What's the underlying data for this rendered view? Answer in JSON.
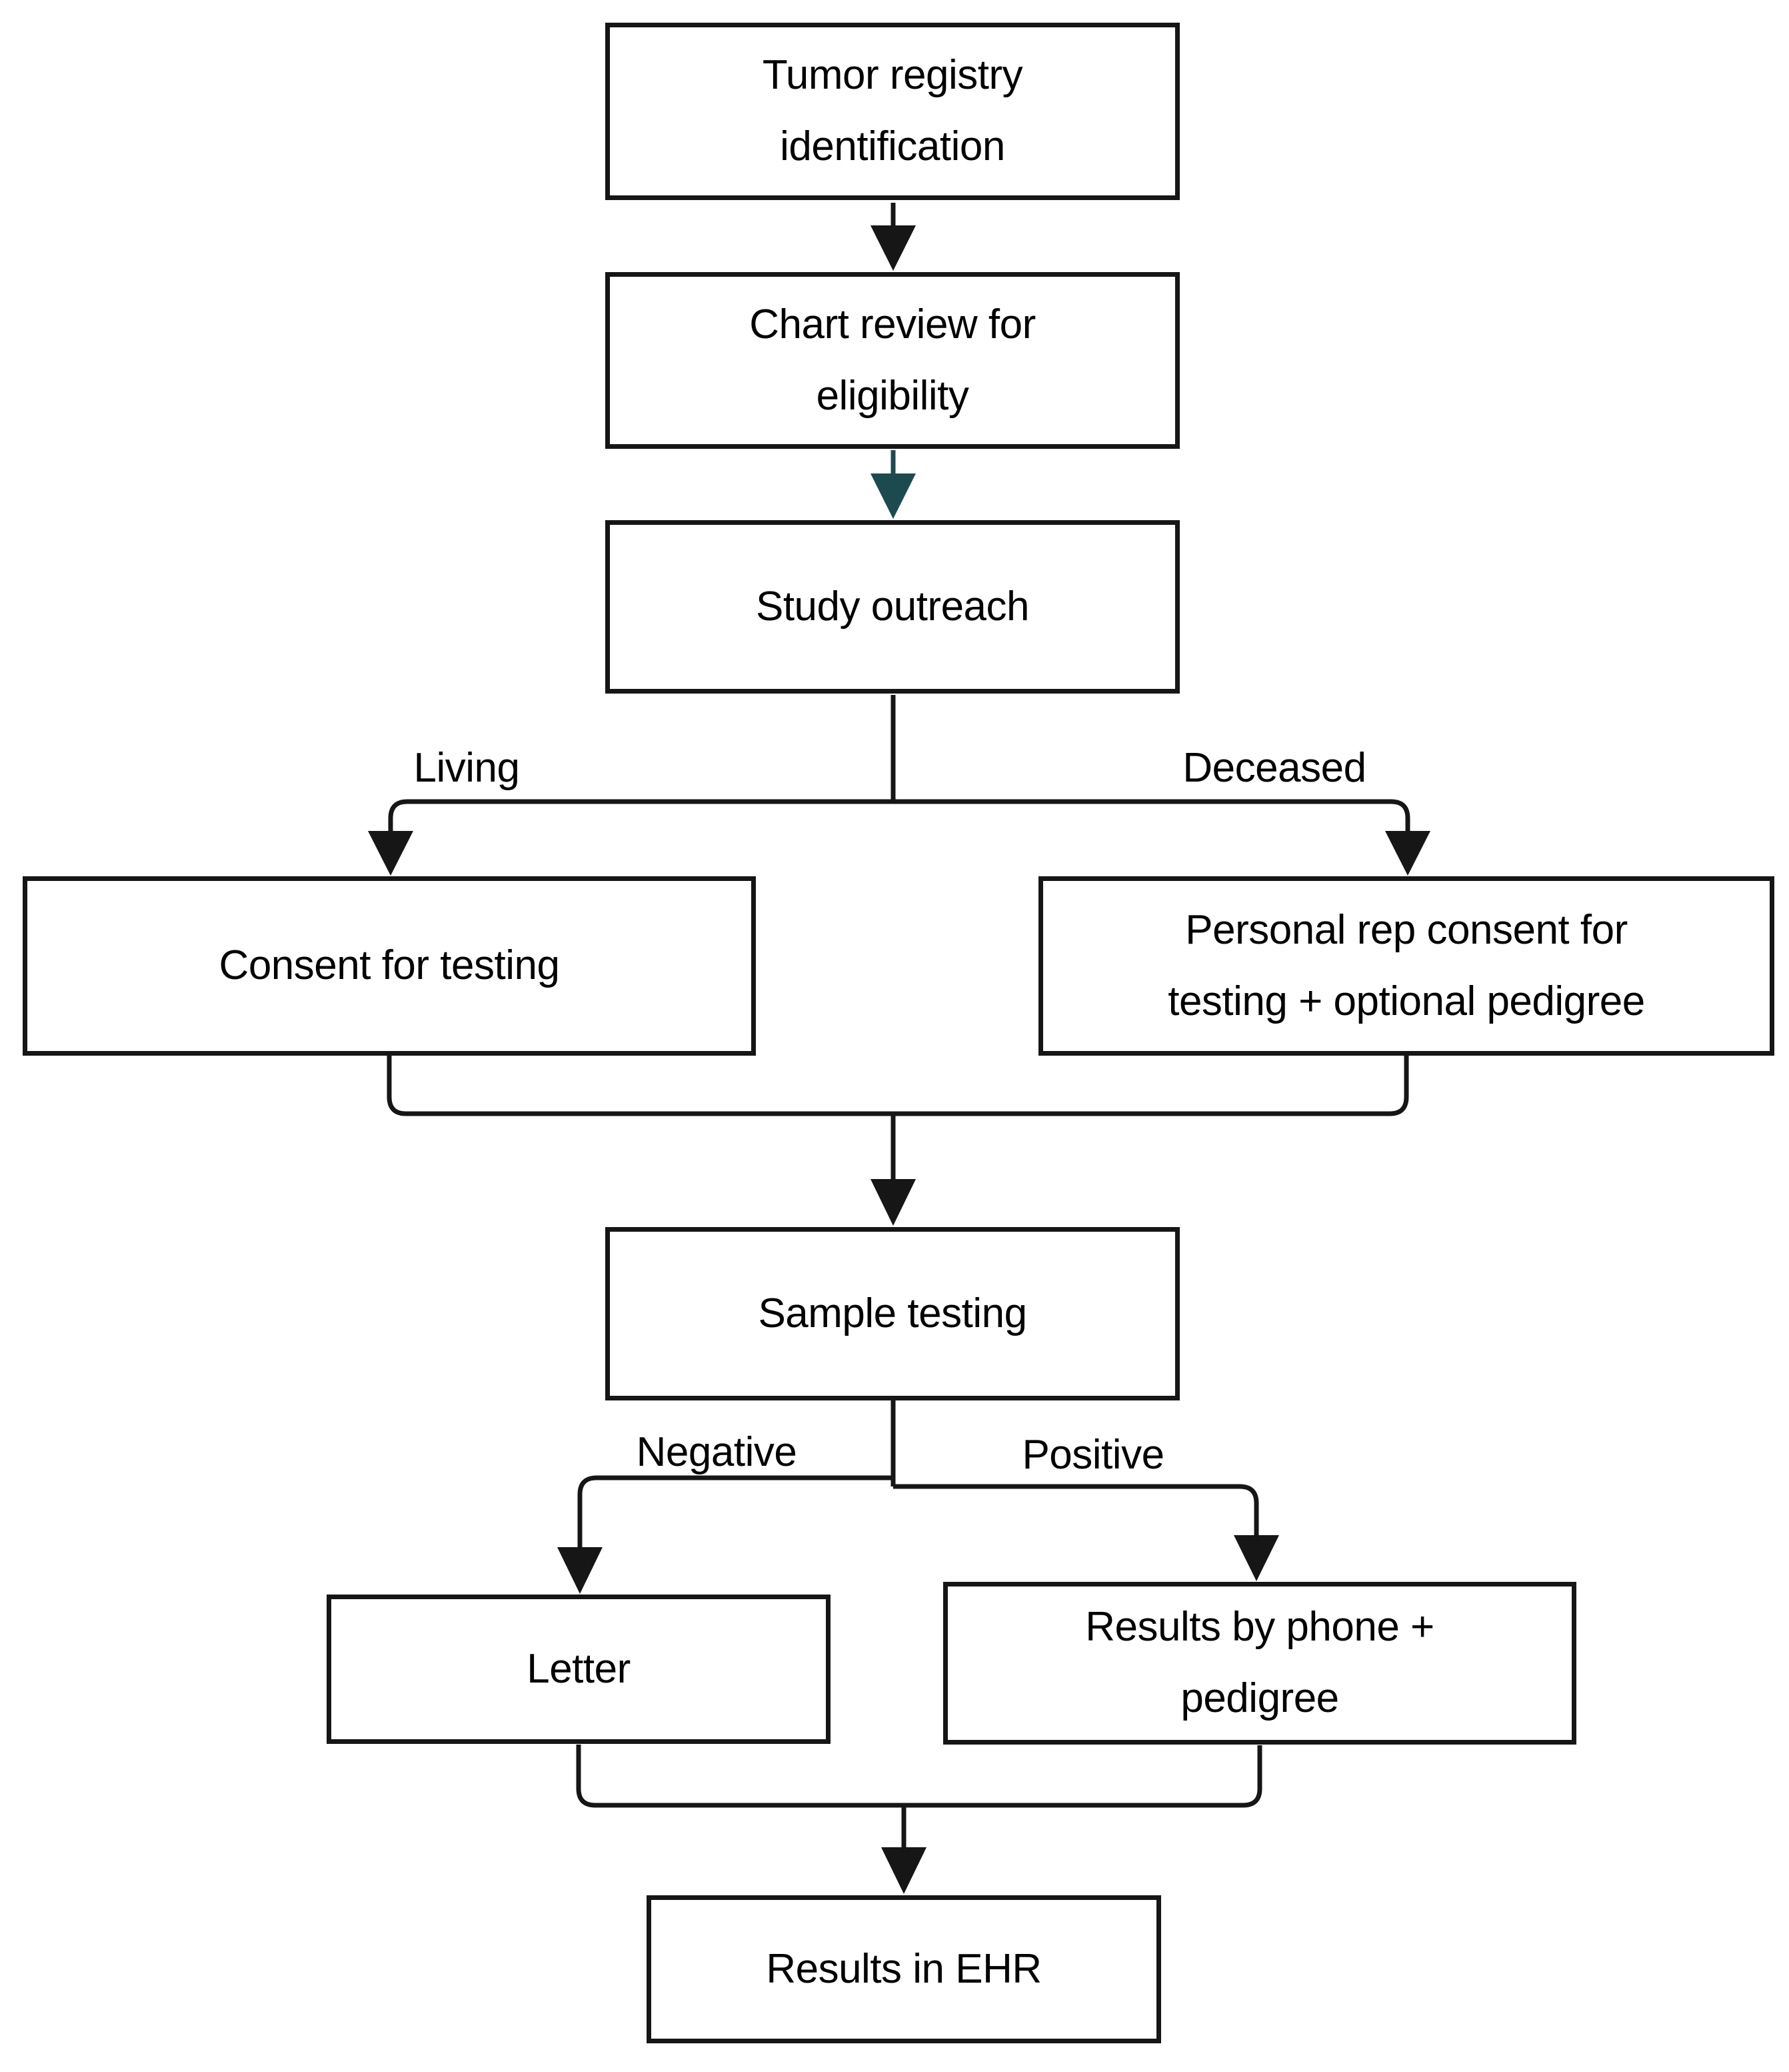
{
  "flowchart": {
    "nodes": {
      "tumor_registry": {
        "label": "Tumor registry identification",
        "lines": [
          "Tumor registry",
          "identification"
        ]
      },
      "chart_review": {
        "label": "Chart review for eligibility",
        "lines": [
          "Chart review for",
          "eligibility"
        ]
      },
      "study_outreach": {
        "label": "Study outreach",
        "lines": [
          "Study outreach"
        ]
      },
      "consent": {
        "label": "Consent for testing",
        "lines": [
          "Consent for testing"
        ]
      },
      "personal_rep": {
        "label": "Personal rep consent for testing + optional pedigree",
        "lines": [
          "Personal rep consent for",
          "testing + optional pedigree"
        ]
      },
      "sample_testing": {
        "label": "Sample testing",
        "lines": [
          "Sample testing"
        ]
      },
      "letter": {
        "label": "Letter",
        "lines": [
          "Letter"
        ]
      },
      "results_phone": {
        "label": "Results by phone + pedigree",
        "lines": [
          "Results by phone +",
          "pedigree"
        ]
      },
      "results_ehr": {
        "label": "Results in EHR",
        "lines": [
          "Results in EHR"
        ]
      }
    },
    "branch_labels": {
      "living": "Living",
      "deceased": "Deceased",
      "negative": "Negative",
      "positive": "Positive"
    },
    "edges": [
      {
        "from": "tumor_registry",
        "to": "chart_review"
      },
      {
        "from": "chart_review",
        "to": "study_outreach",
        "color": "teal"
      },
      {
        "from": "study_outreach",
        "to": "consent",
        "label": "Living"
      },
      {
        "from": "study_outreach",
        "to": "personal_rep",
        "label": "Deceased"
      },
      {
        "from": "consent",
        "to": "sample_testing"
      },
      {
        "from": "personal_rep",
        "to": "sample_testing"
      },
      {
        "from": "sample_testing",
        "to": "letter",
        "label": "Negative"
      },
      {
        "from": "sample_testing",
        "to": "results_phone",
        "label": "Positive"
      },
      {
        "from": "letter",
        "to": "results_ehr"
      },
      {
        "from": "results_phone",
        "to": "results_ehr"
      }
    ],
    "colors": {
      "line": "#161616",
      "teal_arrow": "#1d4a4e",
      "node_fill": "#ffffff",
      "text": "#000000"
    }
  }
}
